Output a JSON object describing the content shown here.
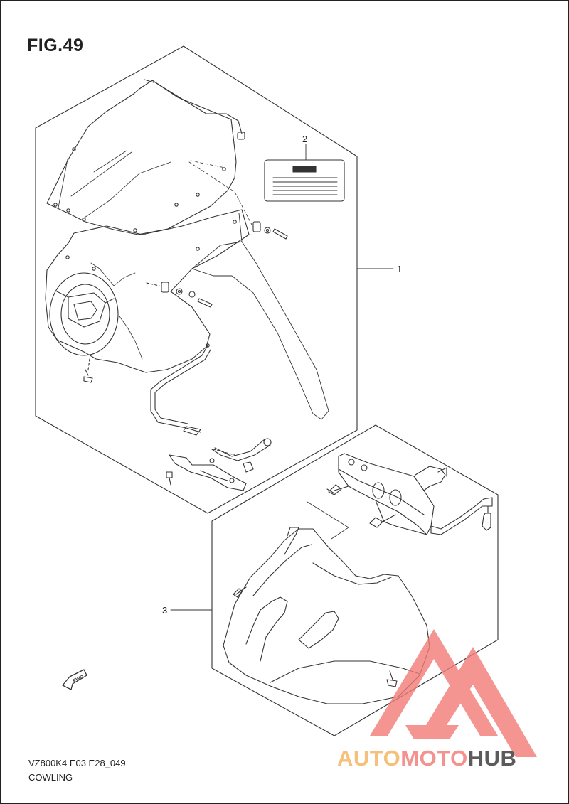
{
  "figure": {
    "title": "FIG.49"
  },
  "footer": {
    "model_code": "VZ800K4 E03 E28_049",
    "section_name": "COWLING"
  },
  "callouts": [
    {
      "label": "1",
      "part": "cowling assembly"
    },
    {
      "label": "2",
      "part": "label"
    },
    {
      "label": "3",
      "part": "under cowling"
    }
  ],
  "direction_arrow": {
    "label": "FWD"
  },
  "watermark": {
    "text_a": "AUTO",
    "text_b": "MOTO",
    "text_c": "HUB",
    "colors": {
      "auto": "#f5c07a",
      "moto": "#f3928f",
      "hub": "#5b5b5b",
      "logo": "#f27b78"
    }
  }
}
